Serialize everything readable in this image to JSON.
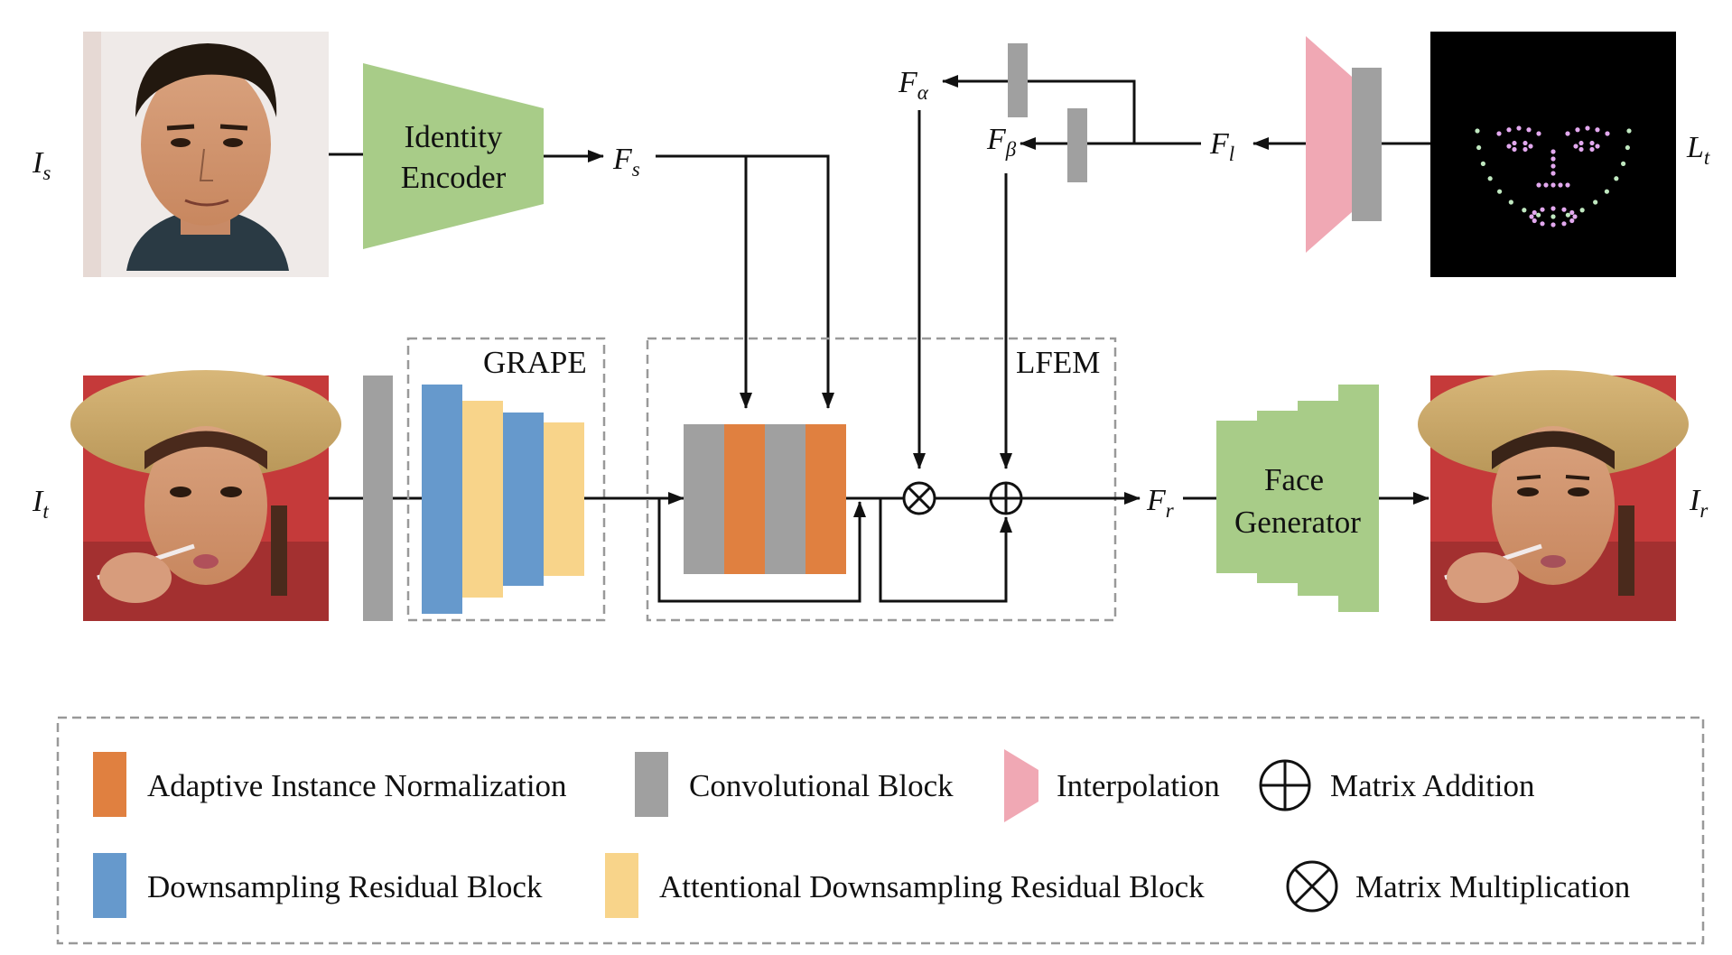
{
  "colors": {
    "adain": "#e08040",
    "conv": "#a0a0a0",
    "interp": "#f0a8b4",
    "down": "#6699cc",
    "attn_down": "#f8d48a",
    "green": "#a8cc88",
    "landmark_dot": "#e2a8ee",
    "jaw_dot": "#c0e8c0"
  },
  "variables": {
    "Is": {
      "base": "I",
      "sub": "s"
    },
    "It": {
      "base": "I",
      "sub": "t"
    },
    "Lt": {
      "base": "L",
      "sub": "t"
    },
    "Ir": {
      "base": "I",
      "sub": "r"
    },
    "Fs": {
      "base": "F",
      "sub": "s"
    },
    "Falpha": {
      "base": "F",
      "sub": "α"
    },
    "Fbeta": {
      "base": "F",
      "sub": "β"
    },
    "Fl": {
      "base": "F",
      "sub": "l"
    },
    "Fr": {
      "base": "F",
      "sub": "r"
    }
  },
  "blocks": {
    "identity_encoder": [
      "Identity",
      "Encoder"
    ],
    "face_generator": [
      "Face",
      "Generator"
    ],
    "grape": "GRAPE",
    "lfem": "LFEM"
  },
  "images": {
    "source_face": "source-face-photo",
    "target_face": "target-face-photo",
    "result_face": "result-face-photo",
    "landmarks": "facial-landmark-map"
  },
  "legend": [
    {
      "key": "adain",
      "label": "Adaptive Instance Normalization"
    },
    {
      "key": "conv",
      "label": "Convolutional Block"
    },
    {
      "key": "interp",
      "label": "Interpolation"
    },
    {
      "key": "add",
      "label": "Matrix Addition"
    },
    {
      "key": "down",
      "label": "Downsampling Residual Block"
    },
    {
      "key": "attn_down",
      "label": "Attentional Downsampling Residual Block"
    },
    {
      "key": "mul",
      "label": "Matrix Multiplication"
    }
  ]
}
